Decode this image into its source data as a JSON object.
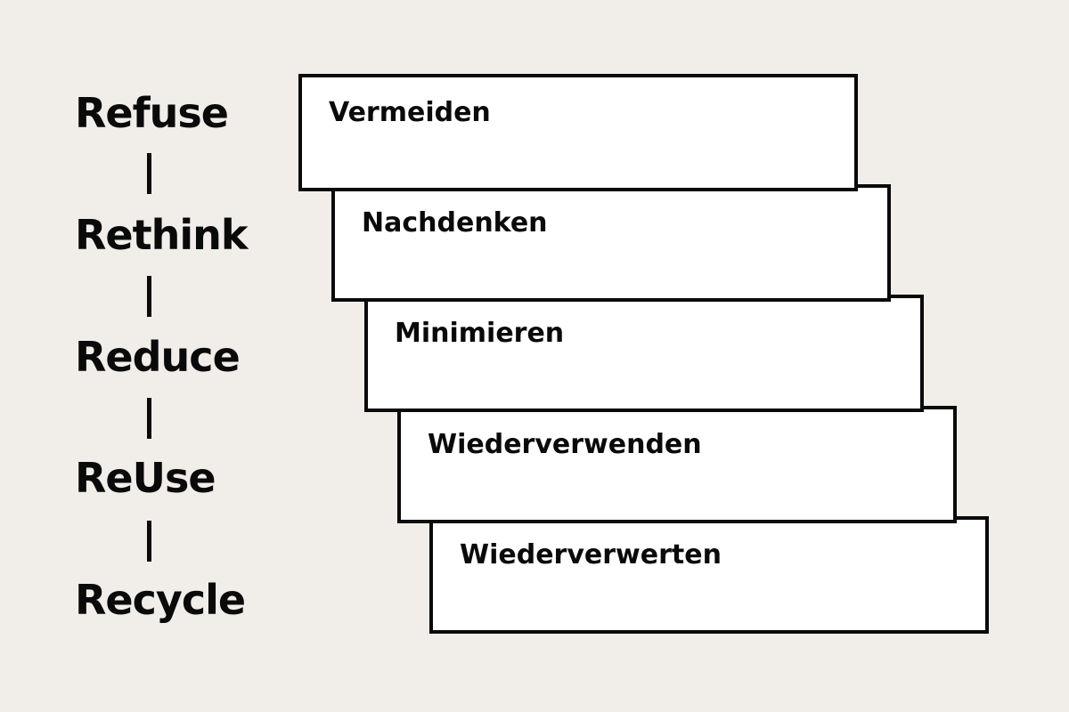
{
  "terms": [
    {
      "en": "Refuse",
      "de": "Vermeiden"
    },
    {
      "en": "Rethink",
      "de": "Nachdenken"
    },
    {
      "en": "Reduce",
      "de": "Minimieren"
    },
    {
      "en": "ReUse",
      "de": "Wiederverwenden"
    },
    {
      "en": "Recycle",
      "de": "Wiederverwerten"
    }
  ]
}
